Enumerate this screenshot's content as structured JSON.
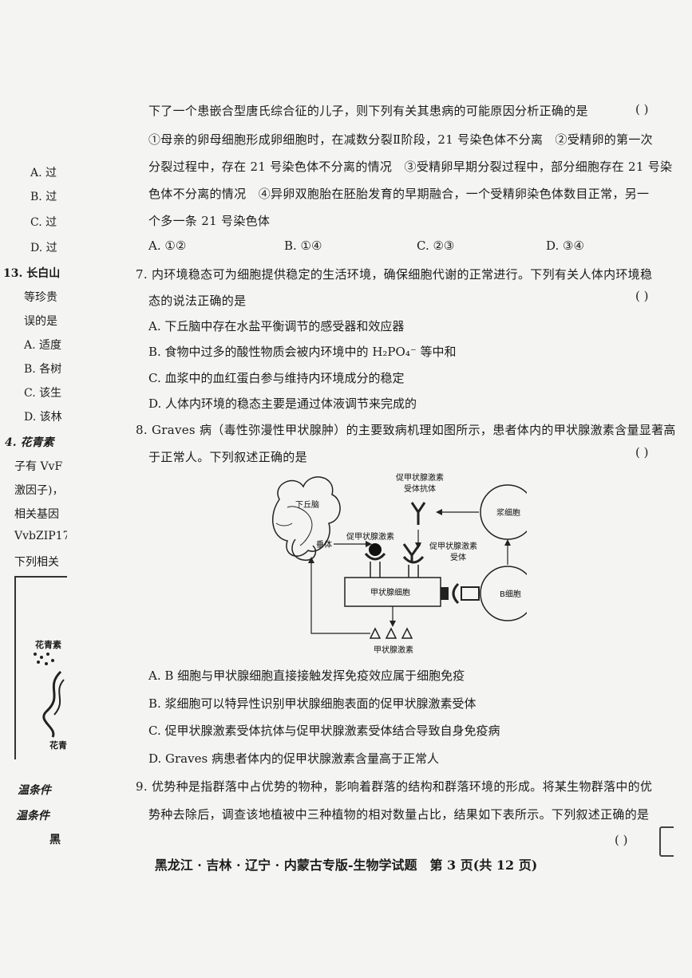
{
  "left_fragments": [
    "A. 过",
    "B. 过",
    "C. 过",
    "D. 过",
    "13. 长白山",
    "等珍贵",
    "误的是",
    "A. 适度",
    "B. 各树",
    "C. 该生",
    "D. 该林",
    "4. 花青素",
    "子有 VvF",
    "激因子)，",
    "相关基因",
    "VvbZIP17",
    "下列相关",
    "花青素",
    "花青",
    "温条件",
    "温条件",
    "黑"
  ],
  "q6": {
    "stem_tail": "下了一个患嵌合型唐氏综合征的儿子，则下列有关其患病的可能原因分析正确的是",
    "paren": "(      )",
    "lines": [
      "①母亲的卵母细胞形成卵细胞时，在减数分裂Ⅱ阶段，21 号染色体不分离　②受精卵的第一次",
      "分裂过程中，存在 21 号染色体不分离的情况　③受精卵早期分裂过程中，部分细胞存在 21 号染",
      "色体不分离的情况　④异卵双胞胎在胚胎发育的早期融合，一个受精卵染色体数目正常，另一",
      "个多一条 21 号染色体"
    ],
    "options": [
      "A. ①②",
      "B. ①④",
      "C. ②③",
      "D. ③④"
    ]
  },
  "q7": {
    "stem": [
      "7. 内环境稳态可为细胞提供稳定的生活环境，确保细胞代谢的正常进行。下列有关人体内环境稳",
      "态的说法正确的是"
    ],
    "paren": "(      )",
    "options": [
      "A. 下丘脑中存在水盐平衡调节的感受器和效应器",
      "B. 食物中过多的酸性物质会被内环境中的 H₂PO₄⁻ 等中和",
      "C. 血浆中的血红蛋白参与维持内环境成分的稳定",
      "D. 人体内环境的稳态主要是通过体液调节来完成的"
    ]
  },
  "q8": {
    "stem": [
      "8. Graves 病（毒性弥漫性甲状腺肿）的主要致病机理如图所示，患者体内的甲状腺激素含量显著高",
      "于正常人。下列叙述正确的是"
    ],
    "paren": "(      )",
    "diagram": {
      "hypothalamus": "下丘脑",
      "pituitary": "垂体",
      "tsh": "促甲状腺激素",
      "antibody_l1": "促甲状腺激素",
      "antibody_l2": "受体抗体",
      "receptor_l1": "促甲状腺激素",
      "receptor_l2": "受体",
      "thyroid_cell": "甲状腺细胞",
      "plasma_cell": "浆细胞",
      "b_cell": "B细胞",
      "thyroid_hormone": "甲状腺激素"
    },
    "options": [
      "A. B 细胞与甲状腺细胞直接接触发挥免疫效应属于细胞免疫",
      "B. 浆细胞可以特异性识别甲状腺细胞表面的促甲状腺激素受体",
      "C. 促甲状腺激素受体抗体与促甲状腺激素受体结合导致自身免疫病",
      "D. Graves 病患者体内的促甲状腺激素含量高于正常人"
    ]
  },
  "q9": {
    "stem": [
      "9. 优势种是指群落中占优势的物种，影响着群落的结构和群落环境的形成。将某生物群落中的优",
      "势种去除后，调查该地植被中三种植物的相对数量占比，结果如下表所示。下列叙述正确的是"
    ],
    "paren": "(      )"
  },
  "footer": "黑龙江 · 吉林 · 辽宁 · 内蒙古专版-生物学试题　第 3 页(共 12 页)"
}
